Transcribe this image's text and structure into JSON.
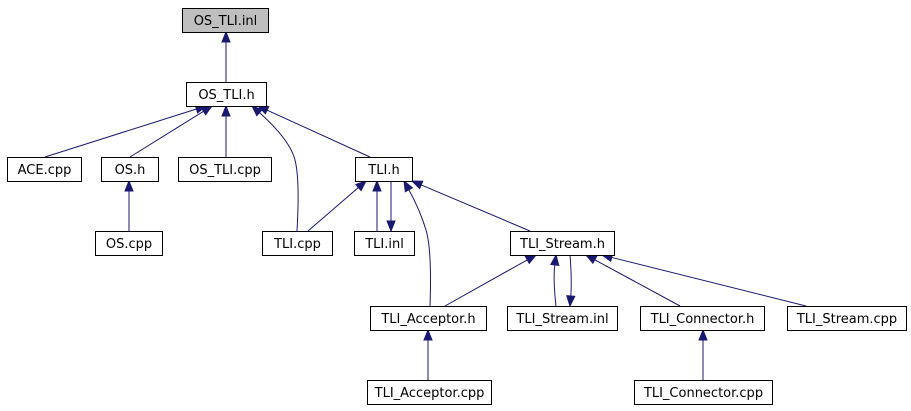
{
  "diagram": {
    "nodes": [
      {
        "id": "os_tli_inl",
        "label": "OS_TLI.inl",
        "root": true
      },
      {
        "id": "os_tli_h",
        "label": "OS_TLI.h"
      },
      {
        "id": "ace_cpp",
        "label": "ACE.cpp"
      },
      {
        "id": "os_h",
        "label": "OS.h"
      },
      {
        "id": "os_tli_cpp",
        "label": "OS_TLI.cpp"
      },
      {
        "id": "tli_h",
        "label": "TLI.h"
      },
      {
        "id": "os_cpp",
        "label": "OS.cpp"
      },
      {
        "id": "tli_cpp",
        "label": "TLI.cpp"
      },
      {
        "id": "tli_inl",
        "label": "TLI.inl"
      },
      {
        "id": "tli_stream_h",
        "label": "TLI_Stream.h"
      },
      {
        "id": "tli_acceptor_h",
        "label": "TLI_Acceptor.h"
      },
      {
        "id": "tli_stream_inl",
        "label": "TLI_Stream.inl"
      },
      {
        "id": "tli_connector_h",
        "label": "TLI_Connector.h"
      },
      {
        "id": "tli_stream_cpp",
        "label": "TLI_Stream.cpp"
      },
      {
        "id": "tli_acceptor_cpp",
        "label": "TLI_Acceptor.cpp"
      },
      {
        "id": "tli_connector_cpp",
        "label": "TLI_Connector.cpp"
      }
    ],
    "edges": [
      {
        "from": "os_tli_h",
        "to": "os_tli_inl"
      },
      {
        "from": "ace_cpp",
        "to": "os_tli_h"
      },
      {
        "from": "os_h",
        "to": "os_tli_h"
      },
      {
        "from": "os_tli_cpp",
        "to": "os_tli_h"
      },
      {
        "from": "tli_cpp",
        "to": "os_tli_h"
      },
      {
        "from": "tli_h",
        "to": "os_tli_h"
      },
      {
        "from": "os_cpp",
        "to": "os_h"
      },
      {
        "from": "tli_cpp",
        "to": "tli_h"
      },
      {
        "from": "tli_inl",
        "to": "tli_h"
      },
      {
        "from": "tli_h",
        "to": "tli_inl"
      },
      {
        "from": "tli_acceptor_h",
        "to": "tli_h"
      },
      {
        "from": "tli_stream_h",
        "to": "tli_h"
      },
      {
        "from": "tli_acceptor_h",
        "to": "tli_stream_h"
      },
      {
        "from": "tli_stream_inl",
        "to": "tli_stream_h"
      },
      {
        "from": "tli_stream_h",
        "to": "tli_stream_inl"
      },
      {
        "from": "tli_connector_h",
        "to": "tli_stream_h"
      },
      {
        "from": "tli_stream_cpp",
        "to": "tli_stream_h"
      },
      {
        "from": "tli_acceptor_cpp",
        "to": "tli_acceptor_h"
      },
      {
        "from": "tli_connector_cpp",
        "to": "tli_connector_h"
      }
    ]
  }
}
